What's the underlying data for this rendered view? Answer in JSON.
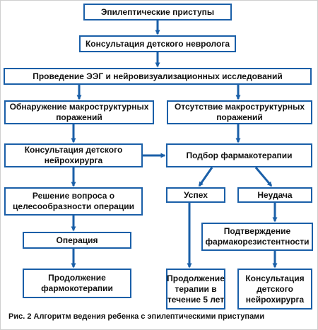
{
  "colors": {
    "border": "#1a5fa8",
    "arrow": "#1a5fa8",
    "text": "#111111"
  },
  "nodes": {
    "seizures": "Эпилептические приступы",
    "neurologist": "Консультация детского невролога",
    "eeg": "Проведение ЭЭГ и нейровизуализационных исследований",
    "found": "Обнаружение макроструктурных поражений",
    "absent": "Отсутствие макроструктурных поражений",
    "neurosurgeon_left": "Консультация детского нейрохирурга",
    "pharmacotherapy": "Подбор фармакотерапии",
    "decision": "Решение вопроса о целесообразности операции",
    "success": "Успех",
    "failure": "Неудача",
    "confirmation": "Подтверждение фармакорезистентности",
    "operation": "Операция",
    "continue_therapy": "Продолжение фармокотерапии",
    "continue_5years": "Продолжение терапии в течение 5 лет",
    "neurosurgeon_right": "Консультация детского нейрохирурга"
  },
  "caption": "Рис. 2 Алгоритм ведения ребенка с эпилептическими приступами"
}
